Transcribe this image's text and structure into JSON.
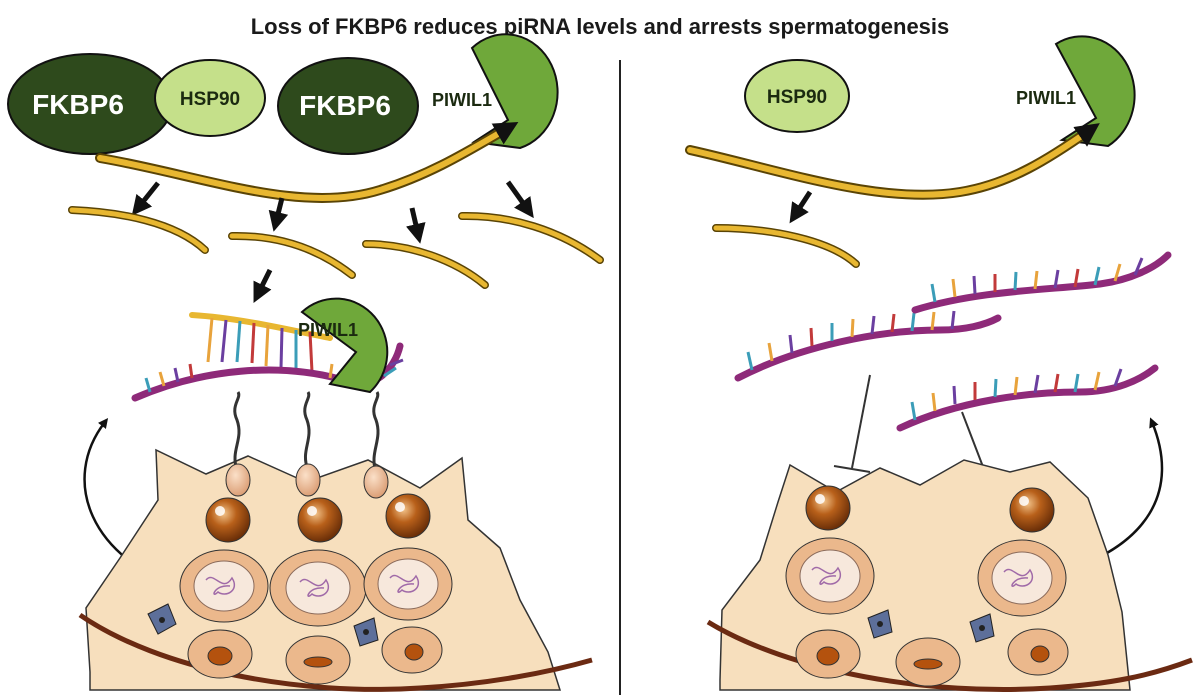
{
  "title": "Loss of FKBP6 reduces piRNA levels and arrests spermatogenesis",
  "left_panel": {
    "complex_1": {
      "fkbp6": "FKBP6",
      "hsp90": "HSP90"
    },
    "complex_2": {
      "fkbp6": "FKBP6",
      "piwil1": "PIWIL1"
    },
    "target_complex": {
      "piwil1": "PIWIL1"
    }
  },
  "right_panel": {
    "hsp90": "HSP90",
    "piwil1": "PIWIL1"
  },
  "colors": {
    "fkbp6_fill": "#2e4a1c",
    "hsp90_fill": "#c5e08a",
    "piwil1_fill": "#6fa83a",
    "pirna": "#e8b731",
    "rna_backbone": "#8e2a79",
    "tissue": "#f7dfbd",
    "basement": "#6b2a12"
  }
}
